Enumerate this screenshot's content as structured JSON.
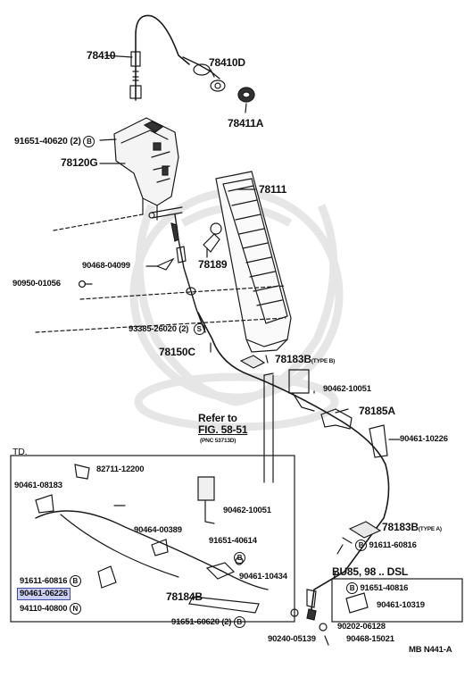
{
  "labels": {
    "p78410": "78410",
    "p78410D": "78410D",
    "p78411A": "78411A",
    "p91651_40620": "91651-40620 (2)",
    "p78120G": "78120G",
    "p78111": "78111",
    "p90468_04099": "90468-04099",
    "p78189": "78189",
    "p90950": "90950-01056",
    "p93385": "93385-26020 (2)",
    "p78150C": "78150C",
    "p78183B": "78183B",
    "p78183B_type": "(TYPE B)",
    "p90462_top": "90462-10051",
    "p78185A": "78185A",
    "refer1": "Refer to",
    "refer2": "FIG. 58-51",
    "refer3": "(PNC 53713D)",
    "p90461_10226": "90461-10226",
    "td": "TD.",
    "p82711": "82711-12200",
    "p90461_08183": "90461-08183",
    "p90462_mid": "90462-10051",
    "p90464": "90464-00389",
    "p91651_40614": "91651-40614",
    "p90461_10434": "90461-10434",
    "p91611_60816a": "91611-60816",
    "p90461_06226": "90461-06226",
    "p94110": "94110-40800",
    "p78184B": "78184B",
    "p91651_60620": "91651-60620 (2)",
    "p78183B2": "78183B",
    "p78183B2_type": "(TYPE A)",
    "p91611_60816b": "91611-60816",
    "bu85": "BU85, 98 .. DSL",
    "p91651_40816": "91651-40816",
    "p90461_10319": "90461-10319",
    "p90202": "90202-06128",
    "p90240": "90240-05139",
    "p90468_15021": "90468-15021",
    "code": "MB N441-A"
  },
  "markers": {
    "b": "B",
    "s": "S",
    "n": "N"
  },
  "colors": {
    "line": "#1a1a1a",
    "highlight_fill": "#c9cdf0",
    "highlight_border": "#4048a8",
    "watermark": "#e6e6e6"
  }
}
